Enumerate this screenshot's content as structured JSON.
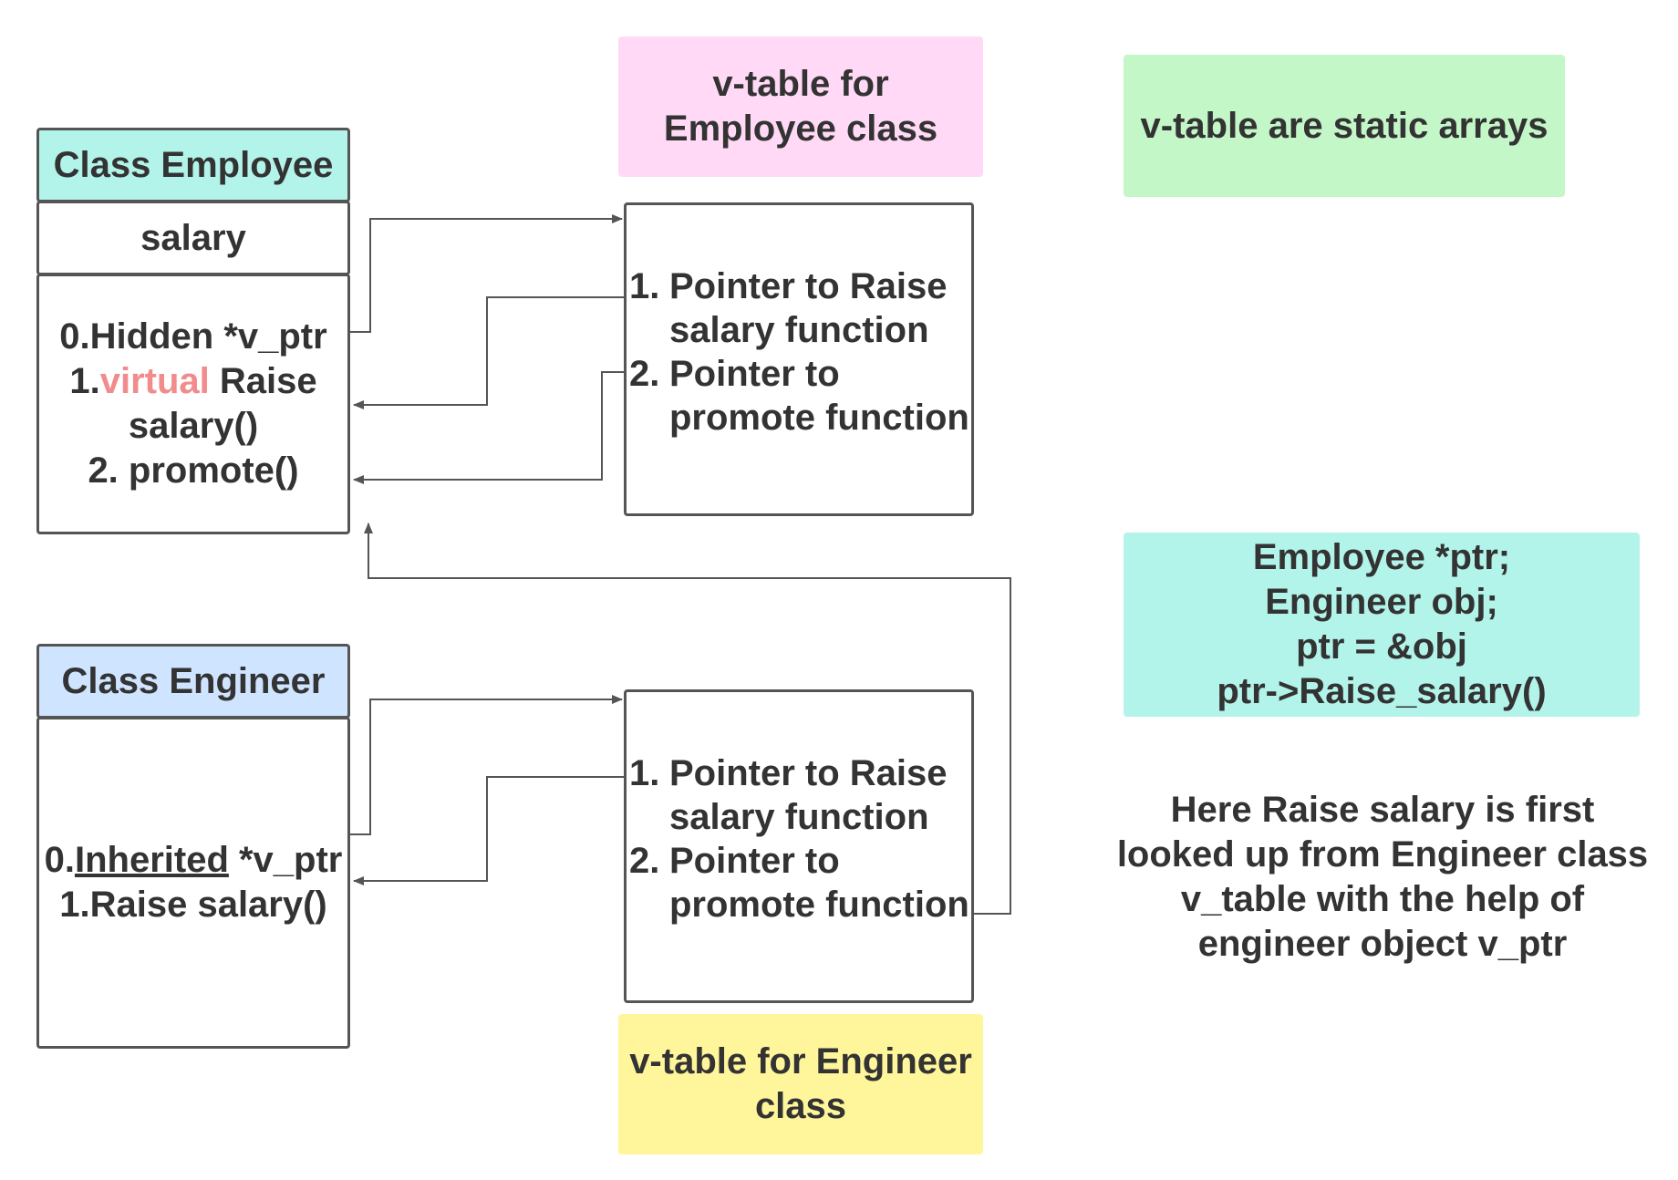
{
  "notes": {
    "emp_vtable_title": [
      "v-table for",
      "Employee class"
    ],
    "static_arrays": "v-table are static arrays",
    "code": [
      "Employee *ptr;",
      "Engineer obj;",
      "ptr = &obj",
      "ptr->Raise_salary()"
    ],
    "lookup": [
      "Here Raise salary is first",
      "looked up from Engineer class",
      "v_table with the help of",
      "engineer object v_ptr"
    ],
    "eng_vtable_title": [
      "v-table for Engineer",
      "class"
    ]
  },
  "employee": {
    "title": "Class Employee",
    "field": "salary",
    "methods": {
      "line0": "0.Hidden *v_ptr",
      "line1_prefix": "1.",
      "line1_virtual": "virtual",
      "line1_rest": " Raise",
      "line2": "salary()",
      "line3": "2. promote()"
    }
  },
  "engineer": {
    "title": "Class Engineer",
    "methods": {
      "line0_prefix": "0.",
      "line0_underlined": "Inherited",
      "line0_rest": " *v_ptr",
      "line1": "1.Raise salary()"
    }
  },
  "employee_vtable": {
    "items": [
      {
        "num": "1.",
        "lines": [
          "Pointer to Raise",
          "salary function"
        ]
      },
      {
        "num": "2.",
        "lines": [
          "Pointer to",
          "promote function"
        ]
      }
    ]
  },
  "engineer_vtable": {
    "items": [
      {
        "num": "1.",
        "lines": [
          "Pointer to Raise",
          "salary function"
        ]
      },
      {
        "num": "2.",
        "lines": [
          "Pointer to",
          "promote function"
        ]
      }
    ]
  },
  "colors": {
    "pink": "#ffd9f5",
    "green": "#c3f7c8",
    "teal": "#b3f4ea",
    "blue": "#cfe4ff",
    "yellow": "#fff59a",
    "virtual_red": "#f28b8b",
    "text": "#333333",
    "line": "#555555"
  }
}
